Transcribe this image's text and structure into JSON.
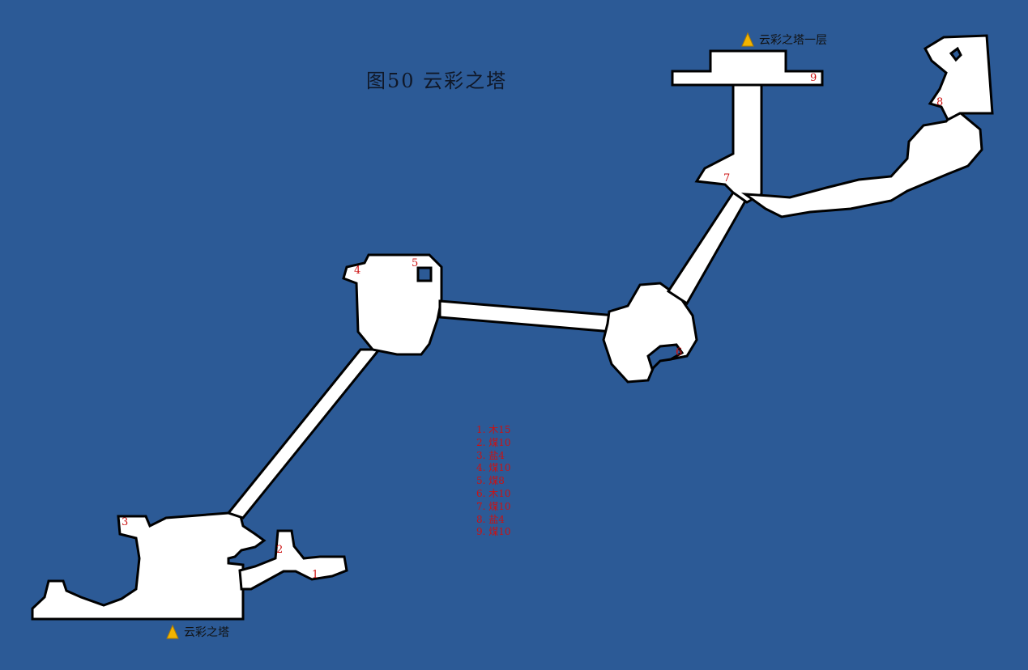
{
  "title": "图50 云彩之塔",
  "colors": {
    "water": "#2c5a96",
    "floor": "#ffffff",
    "wall": "#000000",
    "marker": "#cc1111",
    "exit_icon": "#f2b400"
  },
  "exits": {
    "top": {
      "label": "云彩之塔一层",
      "icon": "stairs-up-icon"
    },
    "bottom": {
      "label": "云彩之塔",
      "icon": "stairs-up-icon"
    }
  },
  "markers": [
    "1",
    "2",
    "3",
    "4",
    "5",
    "6",
    "7",
    "8",
    "9"
  ],
  "legend": [
    "1. 木15",
    "2. 煤10",
    "3. 盐4",
    "4. 煤10",
    "5. 煤8",
    "6. 木10",
    "7. 煤10",
    "8. 盐4",
    "9. 煤10"
  ]
}
